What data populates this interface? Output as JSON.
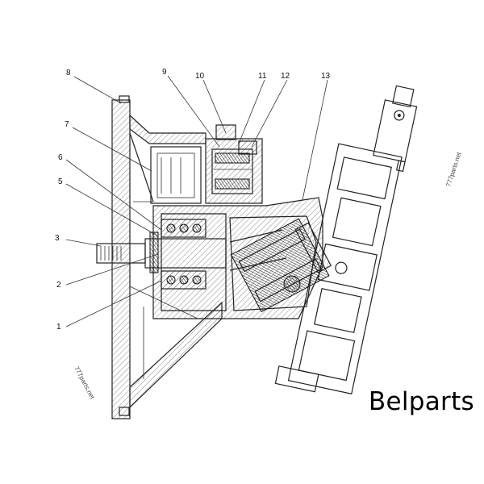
{
  "diagram": {
    "callouts": [
      "1",
      "2",
      "3",
      "5",
      "6",
      "7",
      "8",
      "9",
      "10",
      "11",
      "12",
      "13"
    ],
    "watermark_left": "777parts.net",
    "watermark_right": "777parts.net",
    "brand": "Belparts"
  }
}
